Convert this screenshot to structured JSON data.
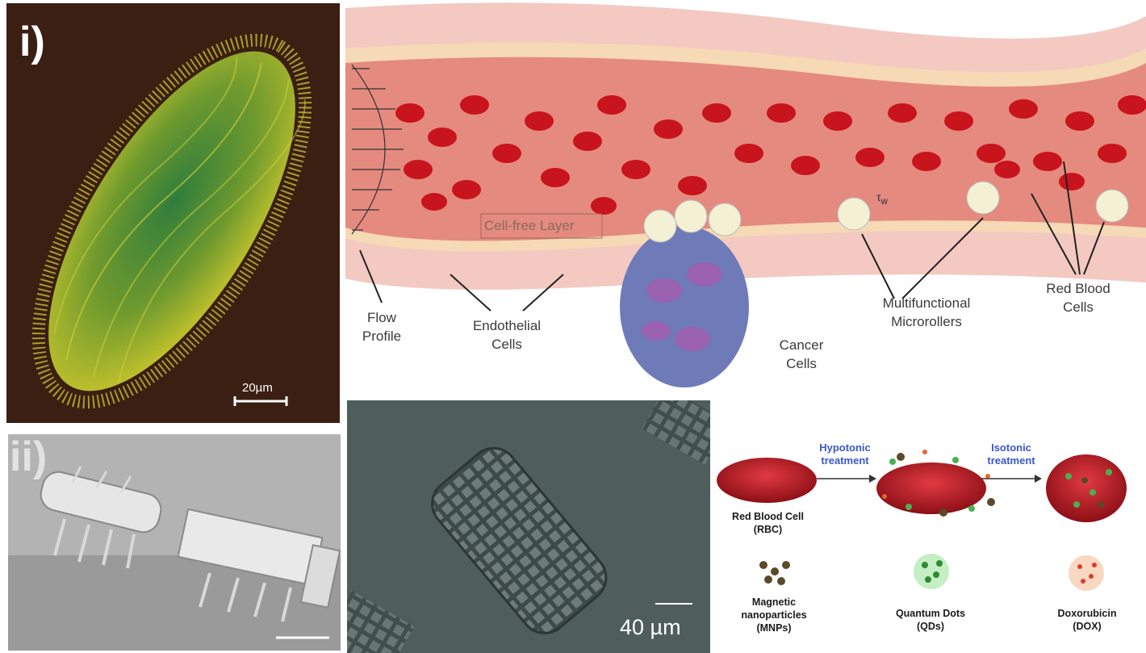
{
  "panels": {
    "i": {
      "tag": "i)",
      "scale": "20µm"
    },
    "ii": {
      "tag": "ii)"
    },
    "tube": {
      "scale": "40 µm"
    }
  },
  "vessel": {
    "cell_free_layer": "Cell-free Layer",
    "tau": "τ",
    "tau_sub": "w",
    "flow_profile": [
      "Flow",
      "Profile"
    ],
    "endothelial": [
      "Endothelial",
      "Cells"
    ],
    "cancer": [
      "Cancer",
      "Cells"
    ],
    "microrollers": [
      "Multifunctional",
      "Microrollers"
    ],
    "red_blood": [
      "Red Blood",
      "Cells"
    ]
  },
  "rbc_loading": {
    "step1": [
      "Hypotonic",
      "treatment"
    ],
    "step2": [
      "Isotonic",
      "treatment"
    ],
    "rbc": [
      "Red Blood Cell",
      "(RBC)"
    ],
    "mnp": [
      "Magnetic",
      "nanoparticles",
      "(MNPs)"
    ],
    "qd": [
      "Quantum Dots",
      "(QDs)"
    ],
    "dox": [
      "Doxorubicin",
      "(DOX)"
    ]
  },
  "colors": {
    "blood": "#c8141c",
    "vessel_wall": "#f3c9c2",
    "lumen": "#e58a7f",
    "cancer": "#6e7bb8",
    "step_text": "#3b57c7"
  }
}
